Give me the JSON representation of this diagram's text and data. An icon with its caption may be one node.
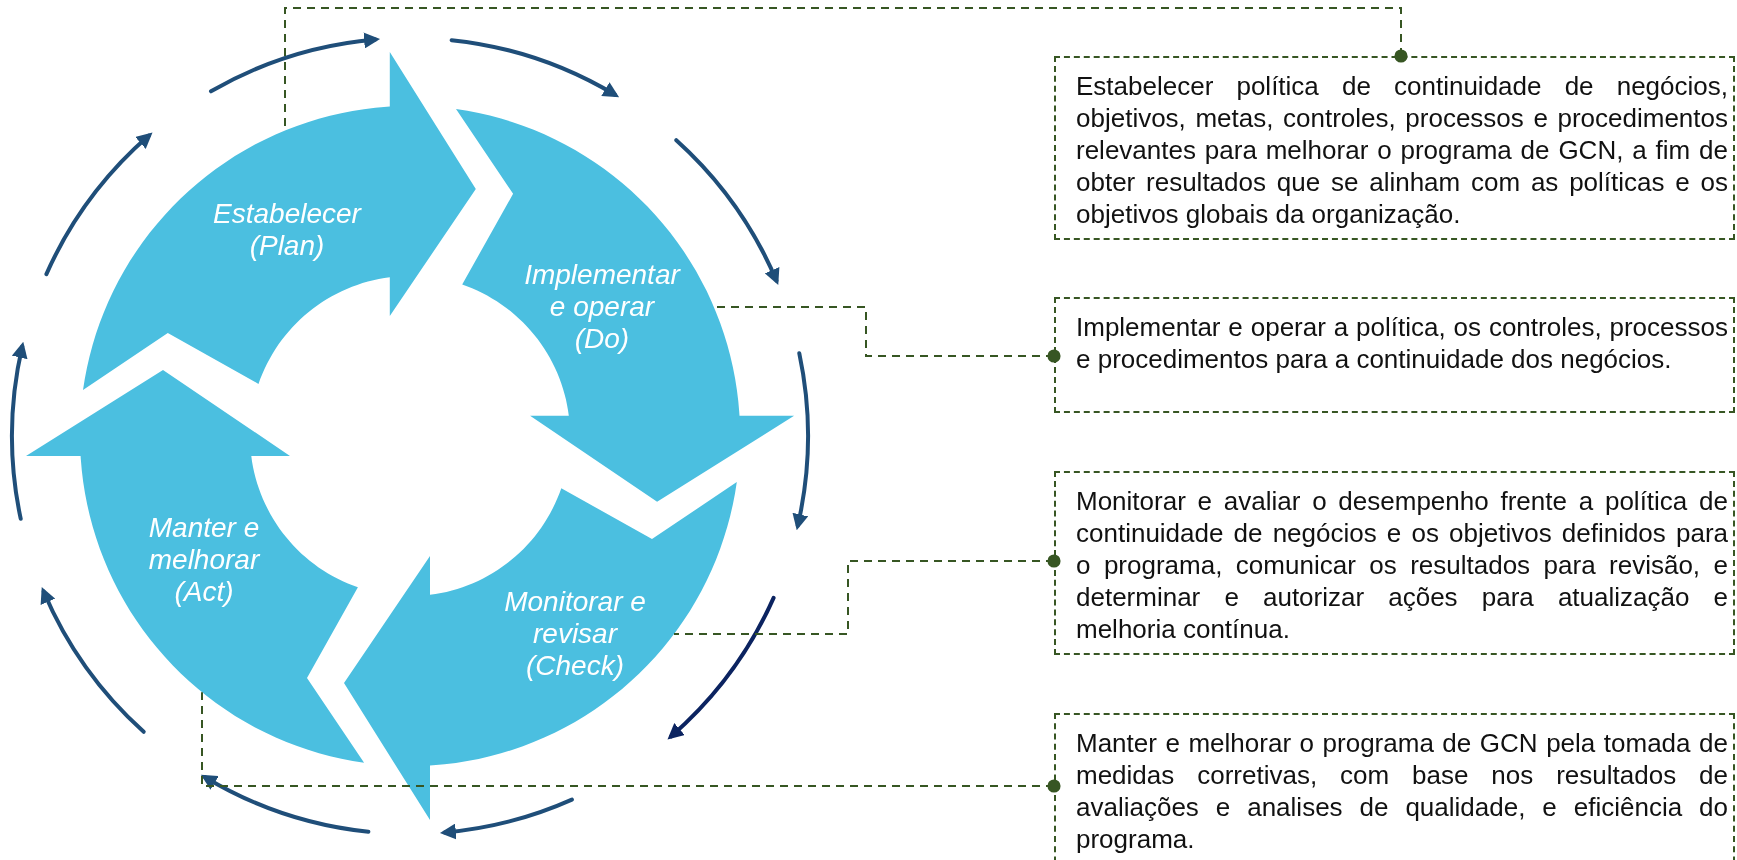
{
  "diagram": {
    "nodes": [
      {
        "text": [
          "Estabelecer (Plan)"
        ]
      },
      {
        "text": [
          "Implementar e operar (Do)"
        ]
      },
      {
        "text": [
          "Monitorar e revisar (Check)"
        ]
      },
      {
        "text": [
          "Manter e melhorar (Act)"
        ]
      },
      {
        "text": [
          "Estabelecer política de continuidade de negócios, objetivos, metas, controles, processos e procedimentos relevantes para melhorar o programa de GCN, a fim de obter resultados que se alinham com as políticas e os objetivos globais da organização."
        ]
      },
      {
        "text": [
          "Implementar e operar a política, os controles, processos e procedimentos para a continuidade dos negócios."
        ]
      },
      {
        "text": [
          "Monitorar e avaliar o desempenho frente a política de continuidade de negócios e os objetivos definidos para o programa, comunicar os resultados para revisão, e determinar e autorizar ações para atualização e melhoria contínua."
        ]
      },
      {
        "text": [
          "Manter e melhorar o programa de GCN pela tomada de medidas corretivas, com base nos resultados de avaliações e analises de qualidade, e eficiência do programa."
        ]
      }
    ],
    "edges": [
      {
        "from": 4,
        "to": 0,
        "arrow": "other",
        "style": "dashed"
      },
      {
        "from": 5,
        "to": 1,
        "arrow": "other",
        "style": "dashed"
      },
      {
        "from": 6,
        "to": 2,
        "arrow": "other",
        "style": "dashed"
      },
      {
        "from": 7,
        "to": 3,
        "arrow": "other",
        "style": "dashed"
      }
    ]
  }
}
